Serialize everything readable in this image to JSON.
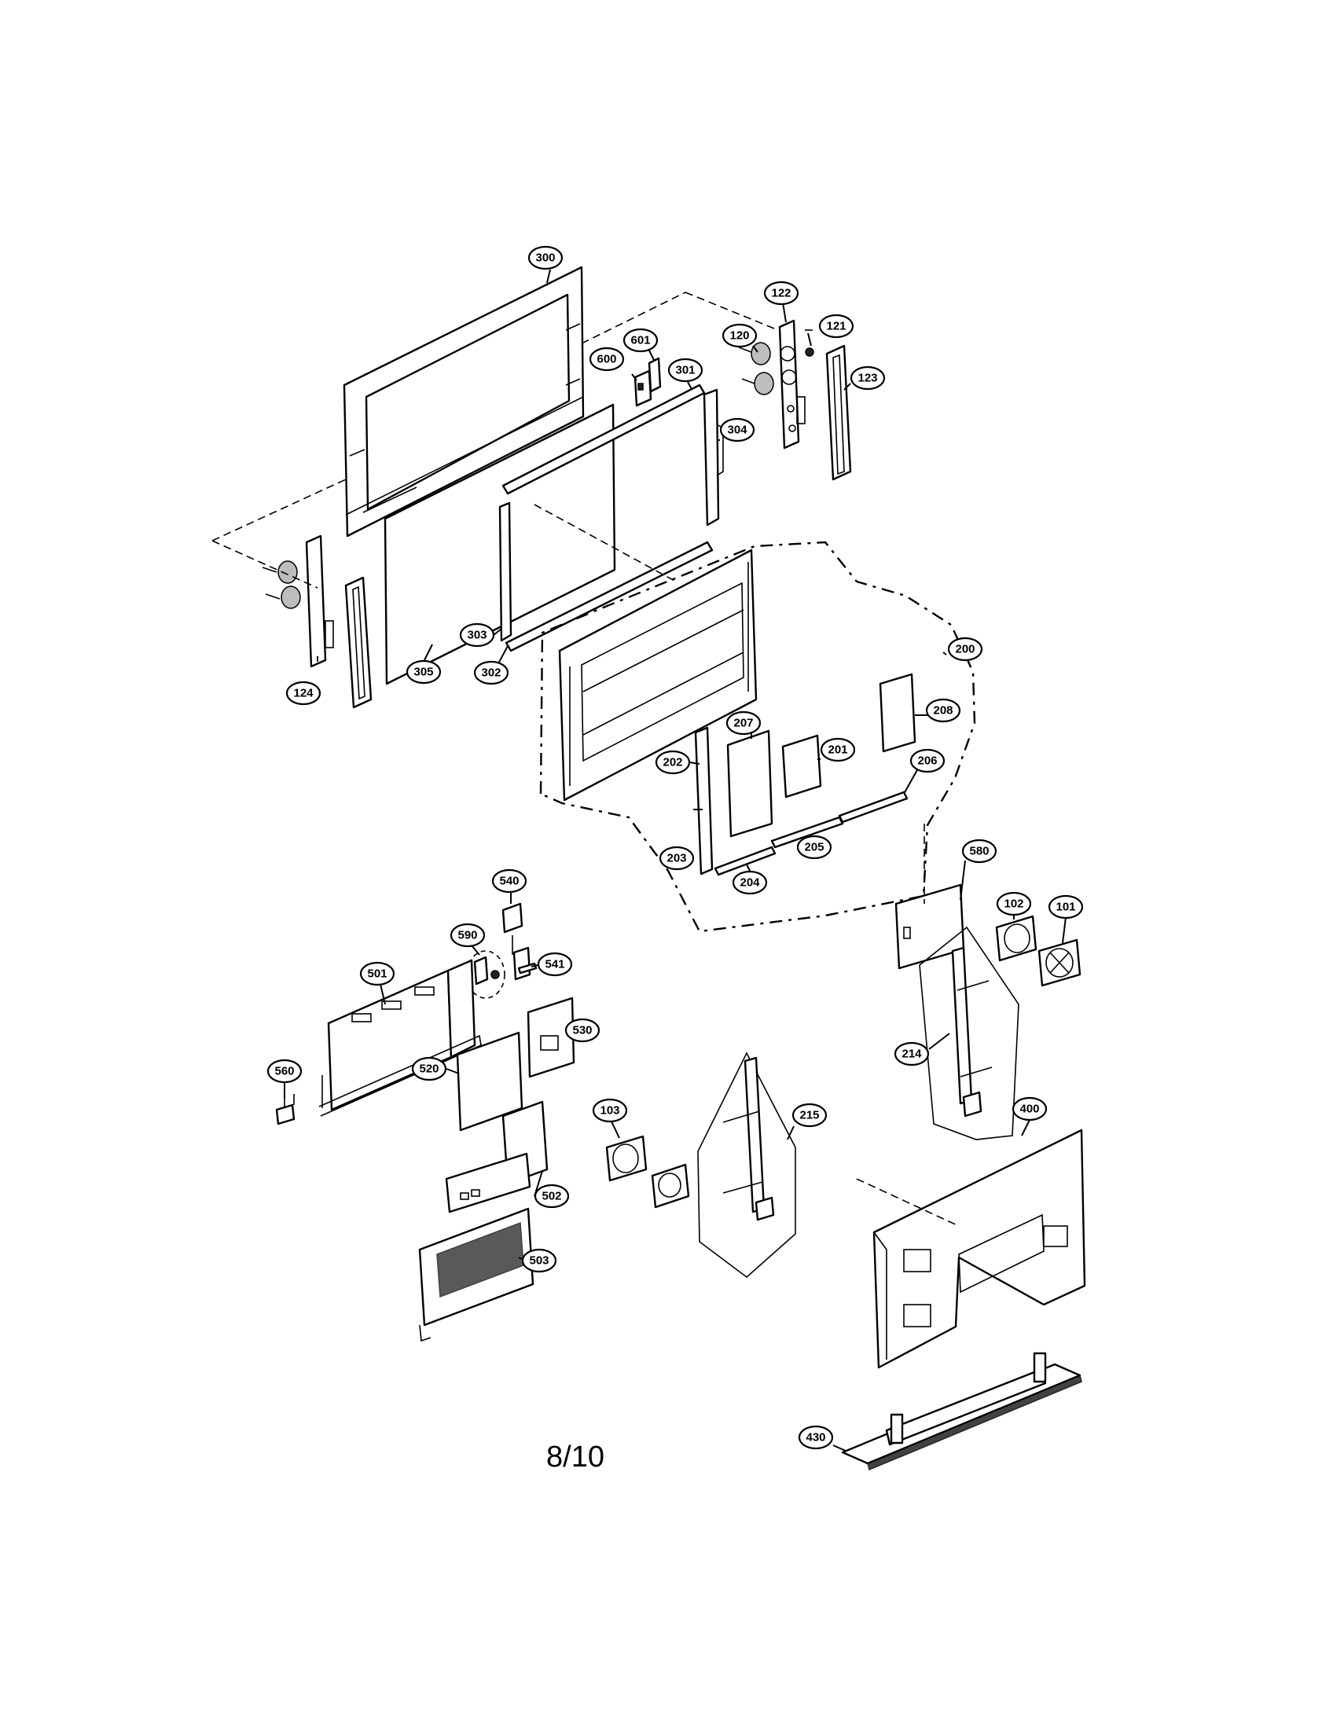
{
  "page_number": "8/10",
  "callouts": [
    {
      "id": "c300",
      "label": "300"
    },
    {
      "id": "c122",
      "label": "122"
    },
    {
      "id": "c121",
      "label": "121"
    },
    {
      "id": "c120",
      "label": "120"
    },
    {
      "id": "c601",
      "label": "601"
    },
    {
      "id": "c600",
      "label": "600"
    },
    {
      "id": "c301",
      "label": "301"
    },
    {
      "id": "c123",
      "label": "123"
    },
    {
      "id": "c304",
      "label": "304"
    },
    {
      "id": "c124",
      "label": "124"
    },
    {
      "id": "c305",
      "label": "305"
    },
    {
      "id": "c303",
      "label": "303"
    },
    {
      "id": "c302",
      "label": "302"
    },
    {
      "id": "c200",
      "label": "200"
    },
    {
      "id": "c208",
      "label": "208"
    },
    {
      "id": "c207",
      "label": "207"
    },
    {
      "id": "c201",
      "label": "201"
    },
    {
      "id": "c202",
      "label": "202"
    },
    {
      "id": "c206",
      "label": "206"
    },
    {
      "id": "c203",
      "label": "203"
    },
    {
      "id": "c205",
      "label": "205"
    },
    {
      "id": "c204",
      "label": "204"
    },
    {
      "id": "c580",
      "label": "580"
    },
    {
      "id": "c540",
      "label": "540"
    },
    {
      "id": "c590",
      "label": "590"
    },
    {
      "id": "c541",
      "label": "541"
    },
    {
      "id": "c102",
      "label": "102"
    },
    {
      "id": "c101",
      "label": "101"
    },
    {
      "id": "c501",
      "label": "501"
    },
    {
      "id": "c530",
      "label": "530"
    },
    {
      "id": "c214",
      "label": "214"
    },
    {
      "id": "c560",
      "label": "560"
    },
    {
      "id": "c520",
      "label": "520"
    },
    {
      "id": "c103",
      "label": "103"
    },
    {
      "id": "c215",
      "label": "215"
    },
    {
      "id": "c400",
      "label": "400"
    },
    {
      "id": "c502",
      "label": "502"
    },
    {
      "id": "c503",
      "label": "503"
    },
    {
      "id": "c430",
      "label": "430"
    }
  ]
}
